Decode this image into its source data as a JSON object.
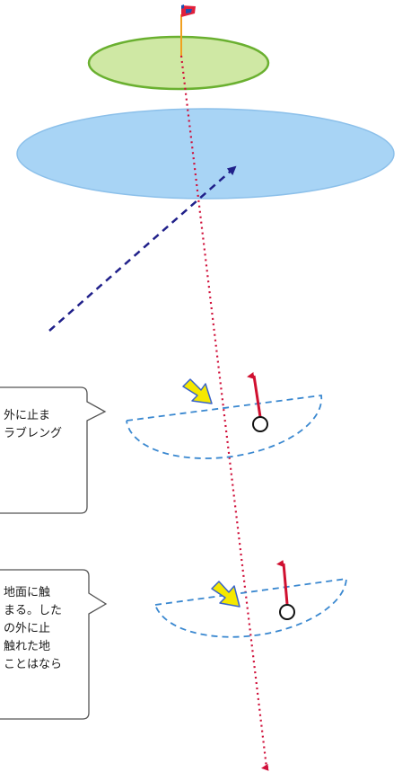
{
  "colors": {
    "green_fill": "#cfe8a4",
    "green_stroke": "#6ab030",
    "water_fill": "#a8d4f5",
    "water_stroke": "#8cc0ea",
    "flag_red": "#e0203c",
    "flag_blue": "#1f4fb0",
    "flagstick": "#f0a020",
    "dotted_line": "#d0103a",
    "dashed_arrow": "#20208a",
    "semicircle": "#3a88d0",
    "yellow_arrow_fill": "#f5e800",
    "yellow_arrow_stroke": "#3a64c8",
    "red_arrow": "#d01030",
    "callout_stroke": "#555555"
  },
  "icons": {
    "flag": "flag-icon",
    "entry_arrow": "yellow-arrow-icon",
    "drop_arrow": "red-arrow-icon",
    "ball": "ball-marker-icon"
  },
  "callout1": {
    "lines": [
      "外に止ま",
      "ラブレング"
    ]
  },
  "callout2": {
    "lines": [
      "地面に触",
      "まる。した",
      "の外に止",
      "触れた地",
      "ことはなら"
    ]
  }
}
